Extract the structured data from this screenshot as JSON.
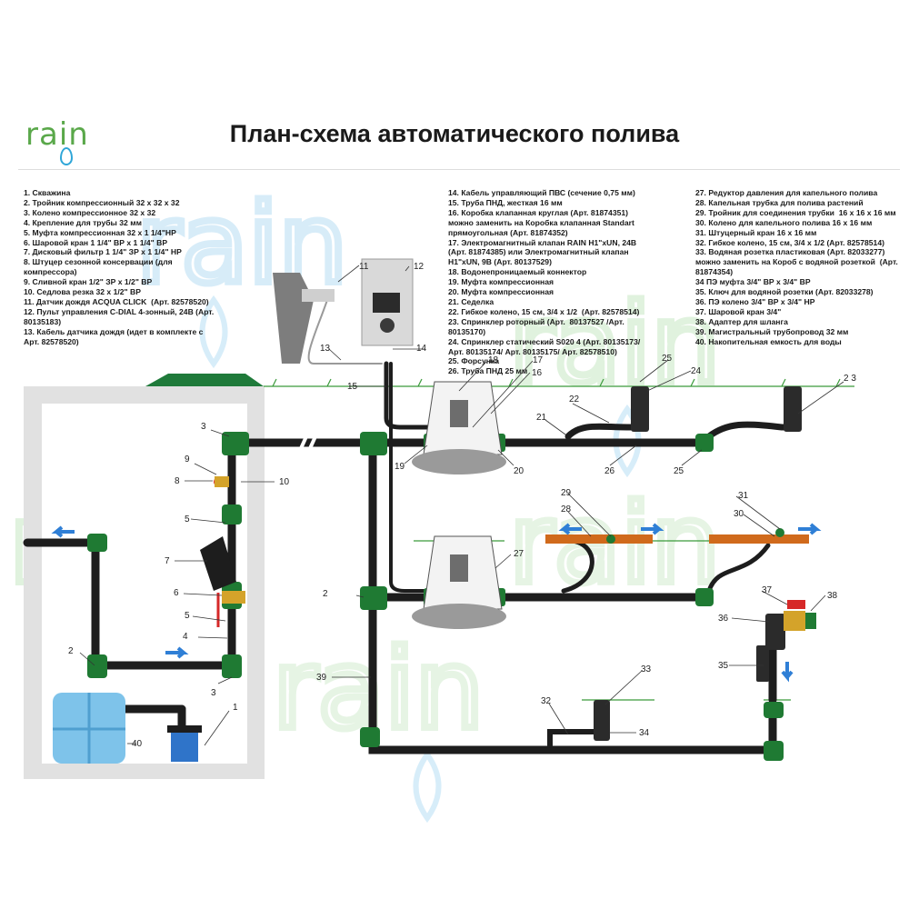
{
  "title": "План-схема автоматического полива",
  "logo": {
    "text": "rain"
  },
  "watermark": {
    "text": "rain"
  },
  "colors": {
    "pipe": "#1d1d1d",
    "fitting": "#1f7a33",
    "watermark_blue": "#b7def4",
    "watermark_green": "#c8e8c4",
    "drip_tube": "#d06a1c",
    "arrow_blue": "#2f7fd6",
    "box": "#e1e1e1",
    "lid": "#1f7a3a"
  },
  "legend": {
    "col1": [
      "1. Скважина",
      "2. Тройник компрессионный 32 х 32 х 32",
      "3. Колено компрессионное 32 х 32",
      "4. Крепление для трубы 32 мм",
      "5. Муфта компрессионная 32 х 1 1/4\"НР",
      "6. Шаровой кран 1 1/4\" ВР х 1 1/4\" ВР",
      "7. Дисковый фильтр 1 1/4\" ЗР х 1 1/4\" НР",
      "8. Штуцер сезонной консервации (для компрессора)",
      "9. Сливной кран 1/2\" ЗР х 1/2\" ВР",
      "10. Седлова резка 32 х 1/2\" ВР",
      "11. Датчик дождя ACQUA CLICK  (Арт. 82578520)",
      "12. Пульт управления C-DIAL 4-зонный, 24В (Арт. 80135183)",
      "13. Кабель датчика дождя (идет в комплекте с Арт. 82578520)"
    ],
    "col2": [
      "14. Кабель управляющий ПВС (сечение 0,75 мм)",
      "15. Труба ПНД, жесткая 16 мм",
      "16. Коробка клапанная круглая (Арт. 81874351) можно заменить на Коробка клапанная Standart прямоугольная (Арт. 81874352)",
      "17. Электромагнитный клапан RAIN H1\"xUN, 24В (Арт. 81874385) или Электромагнитный клапан H1\"xUN, 9В (Арт. 80137529)",
      "18. Водонепроницаемый коннектор",
      "19. Муфта компрессионная",
      "20. Муфта компрессионная",
      "21. Седелка",
      "22. Гибкое колено, 15 см, 3/4 х 1/2  (Арт. 82578514)",
      "23. Спринклер роторный (Арт.  80137527 /Арт.  80135170)",
      "24. Спринклер статический S020 4 (Арт. 80135173/Арт. 80135174/ Арт. 80135175/ Арт. 82578510)",
      "25. Форсунка",
      "26. Труба ПНД 25 мм"
    ],
    "col3": [
      "27. Редуктор давления для капельного полива",
      "28. Капельная трубка для полива растений",
      "29. Тройник для соединения трубки  16 х 16 х 16 мм",
      "30. Колено для капельного полива 16 х 16 мм",
      "31. Штуцерный кран 16 х 16 мм",
      "32. Гибкое колено, 15 см, 3/4 х 1/2 (Арт. 82578514)",
      "33. Водяная розетка пластиковая (Арт. 82033277) можно заменить на Короб с водяной розеткой  (Арт. 81874354)",
      "34 ПЭ муфта 3/4\" ВР х 3/4\" ВР",
      "35. Ключ для водяной розетки (Арт. 82033278)",
      "36. ПЭ колено 3/4\" ВР х 3/4\" НР",
      "37. Шаровой кран 3/4\"",
      "38. Адаптер для шланга",
      "39. Магистральный трубопровод 32 мм",
      "40. Накопительная емкость для воды"
    ]
  },
  "callouts": [
    {
      "id": "1",
      "label": "1"
    },
    {
      "id": "2a",
      "label": "2"
    },
    {
      "id": "2b",
      "label": "2"
    },
    {
      "id": "3a",
      "label": "3"
    },
    {
      "id": "3b",
      "label": "3"
    },
    {
      "id": "4",
      "label": "4"
    },
    {
      "id": "5a",
      "label": "5"
    },
    {
      "id": "5b",
      "label": "5"
    },
    {
      "id": "6",
      "label": "6"
    },
    {
      "id": "7",
      "label": "7"
    },
    {
      "id": "8",
      "label": "8"
    },
    {
      "id": "9",
      "label": "9"
    },
    {
      "id": "10",
      "label": "10"
    },
    {
      "id": "11",
      "label": "11"
    },
    {
      "id": "12",
      "label": "12"
    },
    {
      "id": "13",
      "label": "13"
    },
    {
      "id": "14",
      "label": "14"
    },
    {
      "id": "15",
      "label": "15"
    },
    {
      "id": "16",
      "label": "16"
    },
    {
      "id": "17",
      "label": "17"
    },
    {
      "id": "18",
      "label": "18"
    },
    {
      "id": "19",
      "label": "19"
    },
    {
      "id": "20",
      "label": "20"
    },
    {
      "id": "21",
      "label": "21"
    },
    {
      "id": "22",
      "label": "22"
    },
    {
      "id": "23",
      "label": "2 3"
    },
    {
      "id": "24",
      "label": "24"
    },
    {
      "id": "25a",
      "label": "25"
    },
    {
      "id": "25b",
      "label": "25"
    },
    {
      "id": "26",
      "label": "26"
    },
    {
      "id": "27",
      "label": "27"
    },
    {
      "id": "28",
      "label": "28"
    },
    {
      "id": "29",
      "label": "29"
    },
    {
      "id": "30",
      "label": "30"
    },
    {
      "id": "31",
      "label": "31"
    },
    {
      "id": "32",
      "label": "32"
    },
    {
      "id": "33",
      "label": "33"
    },
    {
      "id": "34",
      "label": "34"
    },
    {
      "id": "35",
      "label": "35"
    },
    {
      "id": "36",
      "label": "36"
    },
    {
      "id": "37",
      "label": "37"
    },
    {
      "id": "38",
      "label": "38"
    },
    {
      "id": "39",
      "label": "39"
    },
    {
      "id": "40",
      "label": "40"
    }
  ]
}
